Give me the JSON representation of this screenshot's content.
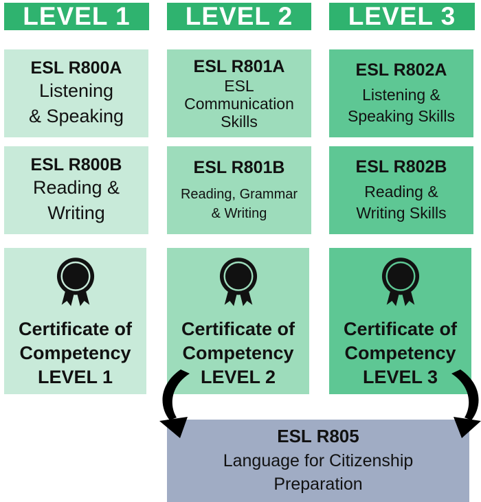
{
  "levels": [
    {
      "header": "LEVEL 1",
      "courses": [
        {
          "code": "ESL R800A",
          "lines": [
            "Listening",
            "& Speaking"
          ]
        },
        {
          "code": "ESL R800B",
          "lines": [
            "Reading &",
            "Writing"
          ]
        }
      ],
      "certificate": [
        "Certificate of",
        "Competency",
        "LEVEL 1"
      ]
    },
    {
      "header": "LEVEL 2",
      "courses": [
        {
          "code": "ESL R801A",
          "lines": [
            "ESL",
            "Communication",
            "Skills"
          ]
        },
        {
          "code": "ESL R801B",
          "lines": [
            "Reading, Grammar",
            "& Writing"
          ]
        }
      ],
      "certificate": [
        "Certificate of",
        "Competency",
        "LEVEL 2"
      ]
    },
    {
      "header": "LEVEL 3",
      "courses": [
        {
          "code": "ESL R802A",
          "lines": [
            "Listening &",
            "Speaking Skills"
          ]
        },
        {
          "code": "ESL R802B",
          "lines": [
            "Reading &",
            "Writing Skills"
          ]
        }
      ],
      "certificate": [
        "Certificate of",
        "Competency",
        "LEVEL 3"
      ]
    }
  ],
  "final_course": {
    "code": "ESL R805",
    "lines": [
      "Language for Citizenship",
      "Preparation"
    ]
  },
  "colors": {
    "header": "#2fb36f",
    "level1": "#c8ead9",
    "level2": "#9ddcbb",
    "level3": "#5ec794",
    "final": "#a0acc4"
  },
  "icons": {
    "certificate": "award-ribbon-icon",
    "connector": "curved-arrow-icon"
  }
}
